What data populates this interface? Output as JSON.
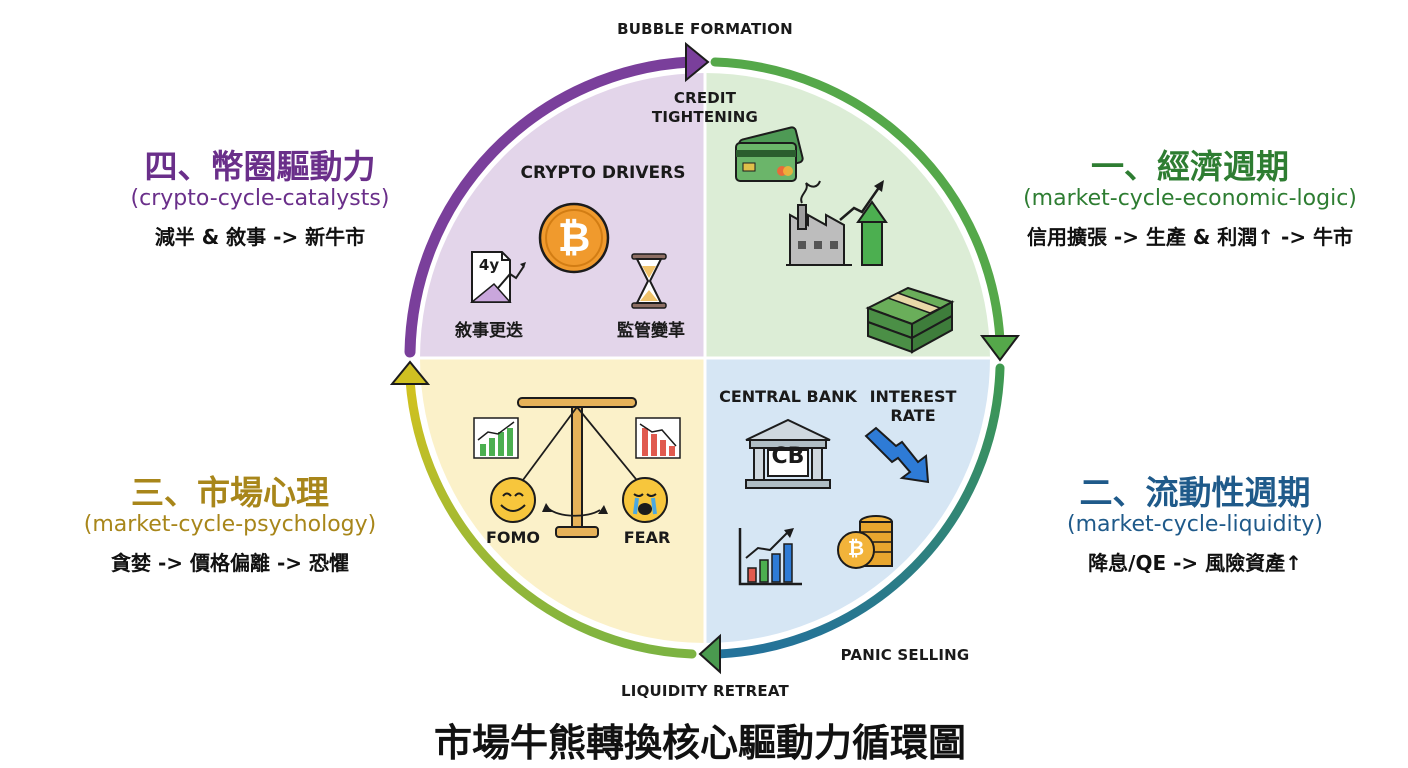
{
  "cycle_labels": {
    "top": "BUBBLE FORMATION",
    "top_inner": "CREDIT\nTIGHTENING",
    "bottom_right": "PANIC SELLING",
    "bottom": "LIQUIDITY RETREAT"
  },
  "sections": {
    "economic": {
      "title": "一、經濟週期",
      "subtitle": "(market-cycle-economic-logic)",
      "desc": "信用擴張 -> 生產 & 利潤↑ -> 牛市",
      "color": "#2e7d32"
    },
    "liquidity": {
      "title": "二、流動性週期",
      "subtitle": "(market-cycle-liquidity)",
      "desc": "降息/QE -> 風險資產↑",
      "color": "#1f5a8a",
      "central_bank": "CENTRAL BANK",
      "interest_rate": "INTEREST\nRATE",
      "cb_text": "CB"
    },
    "psychology": {
      "title": "三、市場心理",
      "subtitle": "(market-cycle-psychology)",
      "desc": "貪婪 -> 價格偏離 -> 恐懼",
      "color": "#a8861a",
      "fomo": "FOMO",
      "fear": "FEAR"
    },
    "crypto": {
      "title": "四、幣圈驅動力",
      "subtitle": "(crypto-cycle-catalysts)",
      "desc": "減半 & 敘事 -> 新牛市",
      "color": "#6a2f8a",
      "drivers": "CRYPTO DRIVERS",
      "narrative": "敘事更迭",
      "regulation": "監管變革",
      "halving_badge": "4y",
      "coin_symbol": "₿"
    }
  },
  "main_title": "市場牛熊轉換核心驅動力循環圖",
  "icons": [
    "credit-card-icon",
    "factory-icon",
    "growth-arrow-icon",
    "cash-stack-icon",
    "bank-icon",
    "falling-rate-icon",
    "bar-chart-icon",
    "coin-stack-icon",
    "balance-scale-icon",
    "smile-icon",
    "crying-icon",
    "bitcoin-icon",
    "hourglass-icon",
    "document-icon"
  ]
}
